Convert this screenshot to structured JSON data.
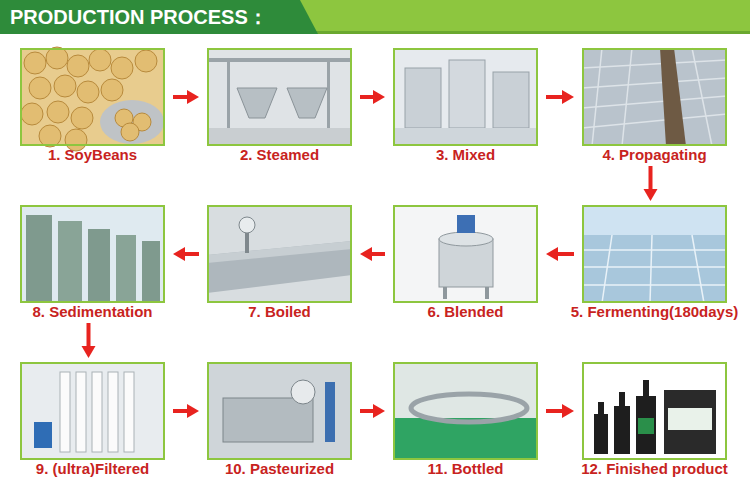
{
  "diagram": {
    "title": "PRODUCTION PROCESS：",
    "nodes": [
      {
        "text": [
          "1. SoyBeans"
        ]
      },
      {
        "text": [
          "2. Steamed"
        ]
      },
      {
        "text": [
          "3. Mixed"
        ]
      },
      {
        "text": [
          "4. Propagating"
        ]
      },
      {
        "text": [
          "5. Fermenting(180days)"
        ]
      },
      {
        "text": [
          "6. Blended"
        ]
      },
      {
        "text": [
          "7. Boiled"
        ]
      },
      {
        "text": [
          "8. Sedimentation"
        ]
      },
      {
        "text": [
          "9. (ultra)Filtered"
        ]
      },
      {
        "text": [
          "10. Pasteurized"
        ]
      },
      {
        "text": [
          "11. Bottled"
        ]
      },
      {
        "text": [
          "12. Finished product"
        ]
      }
    ],
    "edges": [
      {
        "from": 0,
        "to": 1,
        "arrow": "to"
      },
      {
        "from": 1,
        "to": 2,
        "arrow": "to"
      },
      {
        "from": 2,
        "to": 3,
        "arrow": "to"
      },
      {
        "from": 3,
        "to": 4,
        "arrow": "to"
      },
      {
        "from": 4,
        "to": 5,
        "arrow": "to"
      },
      {
        "from": 5,
        "to": 6,
        "arrow": "to"
      },
      {
        "from": 6,
        "to": 7,
        "arrow": "to"
      },
      {
        "from": 7,
        "to": 8,
        "arrow": "to"
      },
      {
        "from": 8,
        "to": 9,
        "arrow": "to"
      },
      {
        "from": 9,
        "to": 10,
        "arrow": "to"
      },
      {
        "from": 10,
        "to": 11,
        "arrow": "to"
      }
    ]
  }
}
